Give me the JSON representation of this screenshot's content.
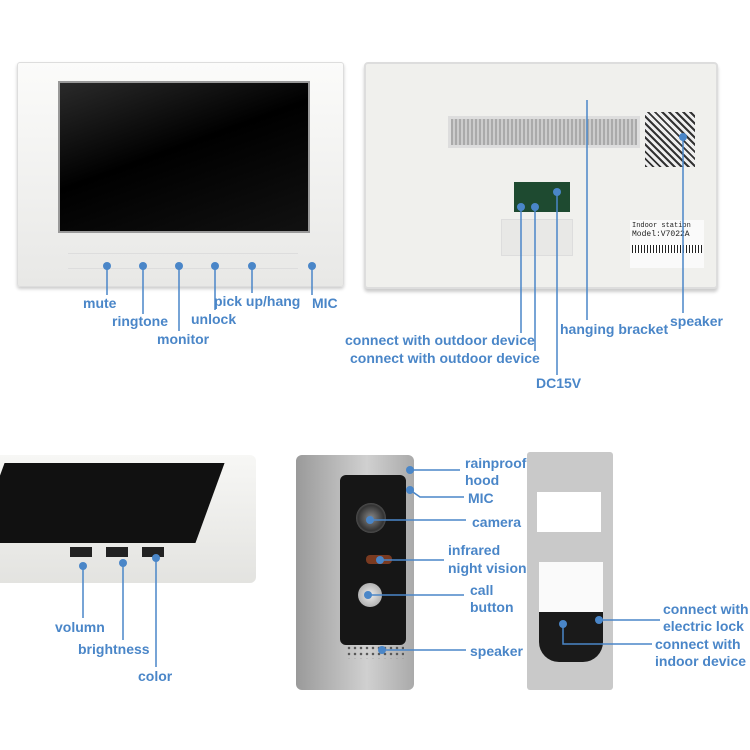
{
  "colors": {
    "accent": "#4a86c8",
    "device_white": "#f1f1ef",
    "screen": "#0a0a0a",
    "silver": "#b8b8b8"
  },
  "front_monitor": {
    "labels": {
      "mute": "mute",
      "ringtone": "ringtone",
      "monitor": "monitor",
      "unlock": "unlock",
      "pickup": "pick up/hang",
      "mic": "MIC"
    }
  },
  "back_monitor": {
    "labels": {
      "outdoor1": "connect with outdoor device",
      "outdoor2": "connect with outdoor device",
      "dc": "DC15V",
      "bracket": "hanging bracket",
      "speaker": "speaker"
    },
    "sticker": {
      "line1": "Indoor station",
      "line2": "Model:V7022A"
    }
  },
  "side_monitor": {
    "labels": {
      "volume": "volumn",
      "brightness": "brightness",
      "color": "color"
    }
  },
  "outdoor_front": {
    "labels": {
      "rainproof": "rainproof",
      "hood": "hood",
      "mic": "MIC",
      "camera": "camera",
      "infrared": "infrared",
      "night_vision": "night vision",
      "call": "call",
      "button": "button",
      "speaker": "speaker"
    }
  },
  "outdoor_back": {
    "labels": {
      "lock1": "connect with",
      "lock2": "electric lock",
      "indoor1": "connect with",
      "indoor2": "indoor device"
    }
  }
}
